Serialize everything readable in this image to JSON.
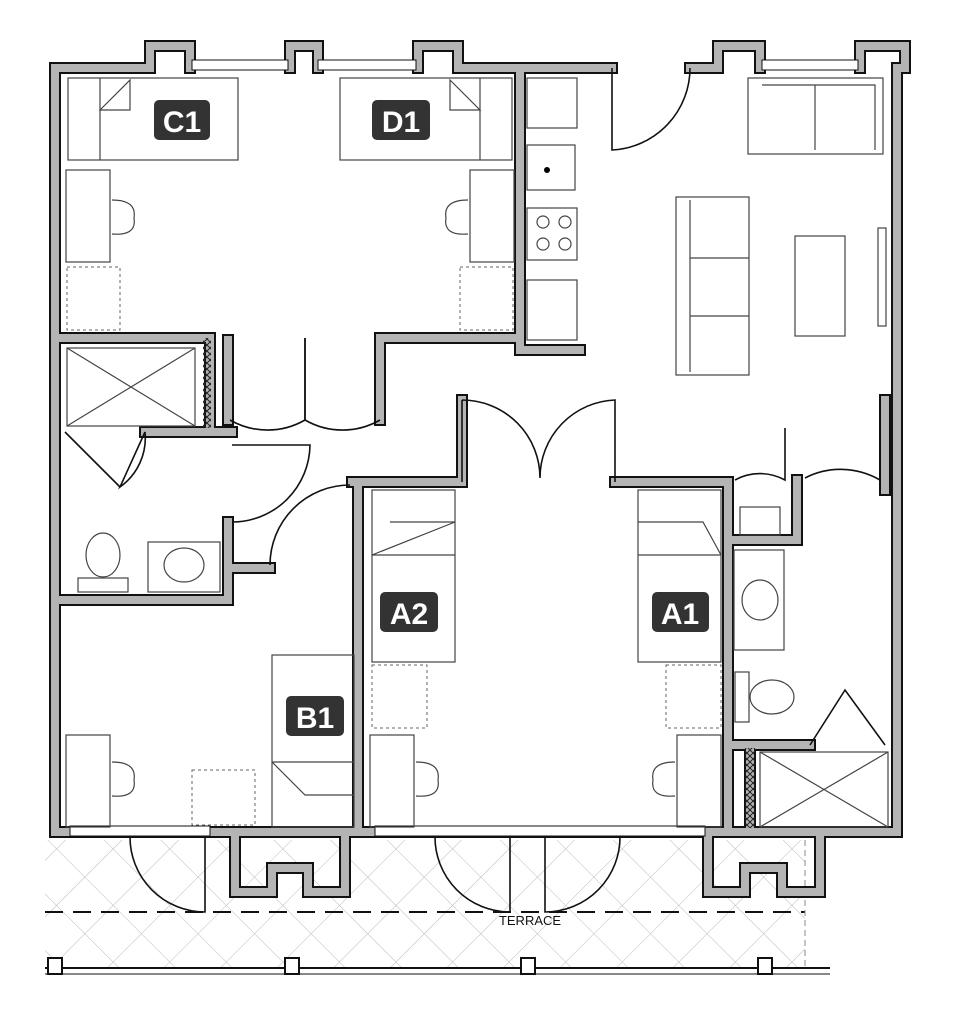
{
  "rooms": [
    {
      "label": "C1"
    },
    {
      "label": "D1"
    },
    {
      "label": "A2"
    },
    {
      "label": "A1"
    },
    {
      "label": "B1"
    }
  ],
  "terrace": {
    "label": "TERRACE"
  },
  "colors": {
    "wall": "#b4b4b4",
    "outline": "#111111",
    "label_bg": "#333333",
    "label_text": "#ffffff"
  }
}
